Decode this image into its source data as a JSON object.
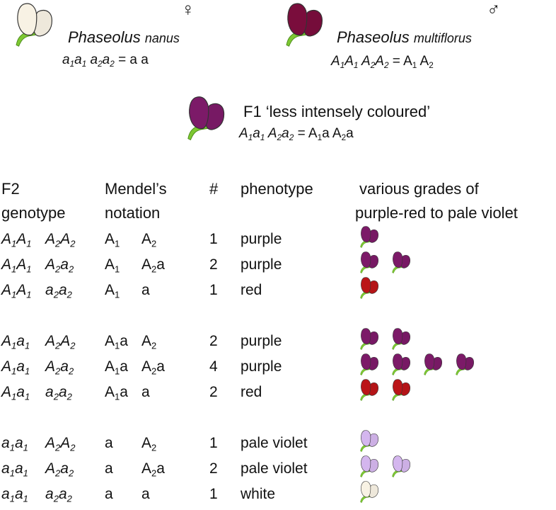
{
  "parents": {
    "female": {
      "symbol": "♀",
      "genus": "Phaseolus",
      "species": "nanus",
      "genotype": [
        "a",
        "1",
        "a",
        "1",
        " a",
        "2",
        "a",
        "2"
      ],
      "notation": "= a a",
      "flower_color": "#f8f2e4"
    },
    "male": {
      "symbol": "♂",
      "genus": "Phaseolus",
      "species": "multiflorus",
      "genotype": [
        "A",
        "1",
        "A",
        "1",
        " A",
        "2",
        "A",
        "2"
      ],
      "notation_parts": [
        "= A",
        "1",
        " A",
        "2"
      ],
      "flower_color": "#7a0d3c"
    }
  },
  "f1": {
    "title": "F1 ‘less intensely coloured’",
    "genotype": [
      "A",
      "1",
      "a",
      "1",
      " A",
      "2",
      "a",
      "2"
    ],
    "notation_parts": [
      "= A",
      "1",
      "a A",
      "2",
      "a"
    ],
    "flower_color": "#7c1a68"
  },
  "table": {
    "headers": {
      "genotype": [
        "F2",
        "genotype"
      ],
      "mendel": [
        "Mendel’s",
        "notation"
      ],
      "count": "#",
      "phenotype": "phenotype",
      "grades": [
        "various grades of",
        "purple-red to pale violet"
      ]
    },
    "colors": {
      "purple": "#7c1a68",
      "red": "#bb1518",
      "pale violet": "#d4b6ee",
      "white": "#f8f2e4"
    },
    "rows": [
      {
        "g1": [
          "A",
          "1",
          "A",
          "1"
        ],
        "g2": [
          "A",
          "2",
          "A",
          "2"
        ],
        "m1": [
          "A",
          "1",
          ""
        ],
        "m2": [
          "A",
          "2",
          ""
        ],
        "count": "1",
        "phenotype": "purple",
        "flowers": 1
      },
      {
        "g1": [
          "A",
          "1",
          "A",
          "1"
        ],
        "g2": [
          "A",
          "2",
          "a",
          "2"
        ],
        "m1": [
          "A",
          "1",
          ""
        ],
        "m2": [
          "A",
          "2",
          "a"
        ],
        "count": "2",
        "phenotype": "purple",
        "flowers": 2
      },
      {
        "g1": [
          "A",
          "1",
          "A",
          "1"
        ],
        "g2": [
          "a",
          "2",
          "a",
          "2"
        ],
        "m1": [
          "A",
          "1",
          ""
        ],
        "m2": [
          "a",
          "",
          ""
        ],
        "count": "1",
        "phenotype": "red",
        "flowers": 1
      },
      {
        "g1": [
          "A",
          "1",
          "a",
          "1"
        ],
        "g2": [
          "A",
          "2",
          "A",
          "2"
        ],
        "m1": [
          "A",
          "1",
          "a"
        ],
        "m2": [
          "A",
          "2",
          ""
        ],
        "count": "2",
        "phenotype": "purple",
        "flowers": 2
      },
      {
        "g1": [
          "A",
          "1",
          "a",
          "1"
        ],
        "g2": [
          "A",
          "2",
          "a",
          "2"
        ],
        "m1": [
          "A",
          "1",
          "a"
        ],
        "m2": [
          "A",
          "2",
          "a"
        ],
        "count": "4",
        "phenotype": "purple",
        "flowers": 4
      },
      {
        "g1": [
          "A",
          "1",
          "a",
          "1"
        ],
        "g2": [
          "a",
          "2",
          "a",
          "2"
        ],
        "m1": [
          "A",
          "1",
          "a"
        ],
        "m2": [
          "a",
          "",
          ""
        ],
        "count": "2",
        "phenotype": "red",
        "flowers": 2
      },
      {
        "g1": [
          "a",
          "1",
          "a",
          "1"
        ],
        "g2": [
          "A",
          "2",
          "A",
          "2"
        ],
        "m1": [
          "a",
          "",
          ""
        ],
        "m2": [
          "A",
          "2",
          ""
        ],
        "count": "1",
        "phenotype": "pale violet",
        "flowers": 1
      },
      {
        "g1": [
          "a",
          "1",
          "a",
          "1"
        ],
        "g2": [
          "A",
          "2",
          "a",
          "2"
        ],
        "m1": [
          "a",
          "",
          ""
        ],
        "m2": [
          "A",
          "2",
          "a"
        ],
        "count": "2",
        "phenotype": "pale violet",
        "flowers": 2
      },
      {
        "g1": [
          "a",
          "1",
          "a",
          "1"
        ],
        "g2": [
          "a",
          "2",
          "a",
          "2"
        ],
        "m1": [
          "a",
          "",
          ""
        ],
        "m2": [
          "a",
          "",
          ""
        ],
        "count": "1",
        "phenotype": "white",
        "flowers": 1
      }
    ]
  }
}
